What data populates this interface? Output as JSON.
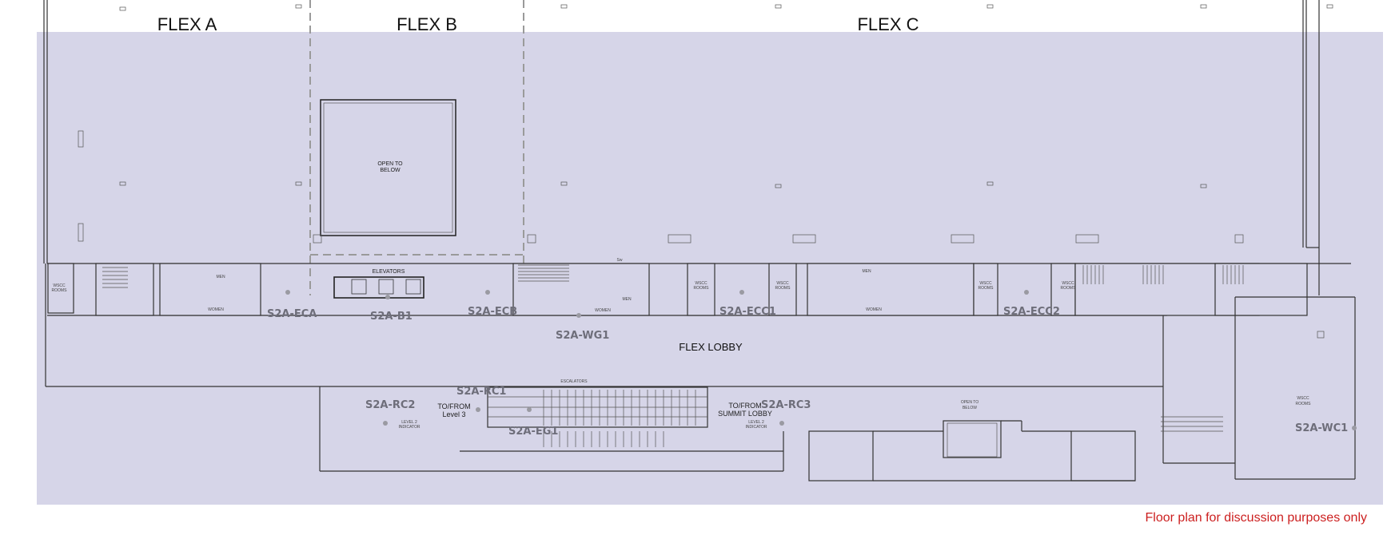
{
  "halls": [
    {
      "id": "flex-a",
      "label": "FLEX A"
    },
    {
      "id": "flex-b",
      "label": "FLEX B"
    },
    {
      "id": "flex-c",
      "label": "FLEX C"
    }
  ],
  "zones": [
    {
      "id": "s2a-eca",
      "label": "S2A-ECA"
    },
    {
      "id": "s2a-b1",
      "label": "S2A-B1"
    },
    {
      "id": "s2a-ecb",
      "label": "S2A-ECB"
    },
    {
      "id": "s2a-wg1",
      "label": "S2A-WG1"
    },
    {
      "id": "s2a-ecc1",
      "label": "S2A-ECC1"
    },
    {
      "id": "s2a-ecc2",
      "label": "S2A-ECC2"
    },
    {
      "id": "s2a-rc1",
      "label": "S2A-RC1"
    },
    {
      "id": "s2a-rc2",
      "label": "S2A-RC2"
    },
    {
      "id": "s2a-rc3",
      "label": "S2A-RC3"
    },
    {
      "id": "s2a-eg1",
      "label": "S2A-EG1"
    },
    {
      "id": "s2a-wc1",
      "label": "S2A-WC1"
    }
  ],
  "labels": {
    "open_to_below_1": "OPEN TO",
    "open_to_below_2": "BELOW",
    "elevators": "ELEVATORS",
    "escalators": "ESCALATORS",
    "men": "MEN",
    "women": "WOMEN",
    "wscc_1": "WSCC",
    "wscc_2": "ROOMS",
    "flex_lobby": "FLEX LOBBY",
    "to_from_level3_1": "TO/FROM",
    "to_from_level3_2": "Level 3",
    "to_from_summit_1": "TO/FROM",
    "to_from_summit_2": "SUMMIT LOBBY",
    "level_indicator_1": "LEVEL 2",
    "level_indicator_2": "INDICATOR",
    "sw": "Sw"
  },
  "disclaimer": "Floor plan for discussion purposes only",
  "colors": {
    "floor": "#d6d5e8",
    "zone_label": "#6e6e7a",
    "disclaimer": "#cc1f1f"
  }
}
